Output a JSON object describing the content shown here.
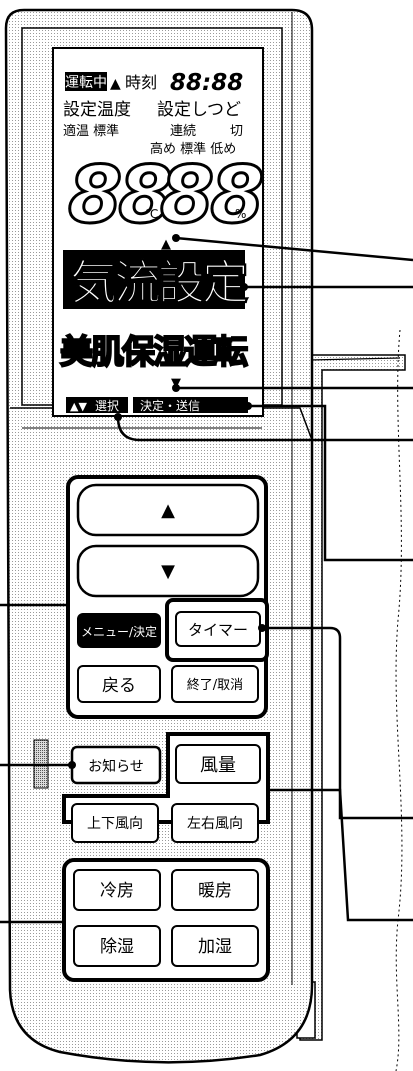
{
  "lcd": {
    "status_badge": "運転中",
    "clock_label": "時刻",
    "clock_value": "88:88",
    "set_temp_label": "設定温度",
    "set_humidity_label": "設定しつど",
    "temp_modes": "適温 標準",
    "cont_label": "連続",
    "off_label": "切",
    "humidity_modes": "高め 標準 低め",
    "temp_digits": "88",
    "temp_unit": "℃",
    "humidity_digits": "88",
    "humidity_unit": "%",
    "menu_highlight": "気流設定",
    "menu_item": "美肌保湿運転",
    "hint_select": "選択",
    "hint_confirm": "決定・送信"
  },
  "buttons": {
    "up": "▲",
    "down": "▼",
    "menu": "メニュー/決定",
    "timer": "タイマー",
    "back": "戻る",
    "end_cancel": "終了/取消",
    "notify": "お知らせ",
    "fan_speed": "風量",
    "vertical_airflow": "上下風向",
    "horizontal_airflow": "左右風向",
    "cooling": "冷房",
    "heating": "暖房",
    "dehumidify": "除湿",
    "humidify": "加湿"
  }
}
